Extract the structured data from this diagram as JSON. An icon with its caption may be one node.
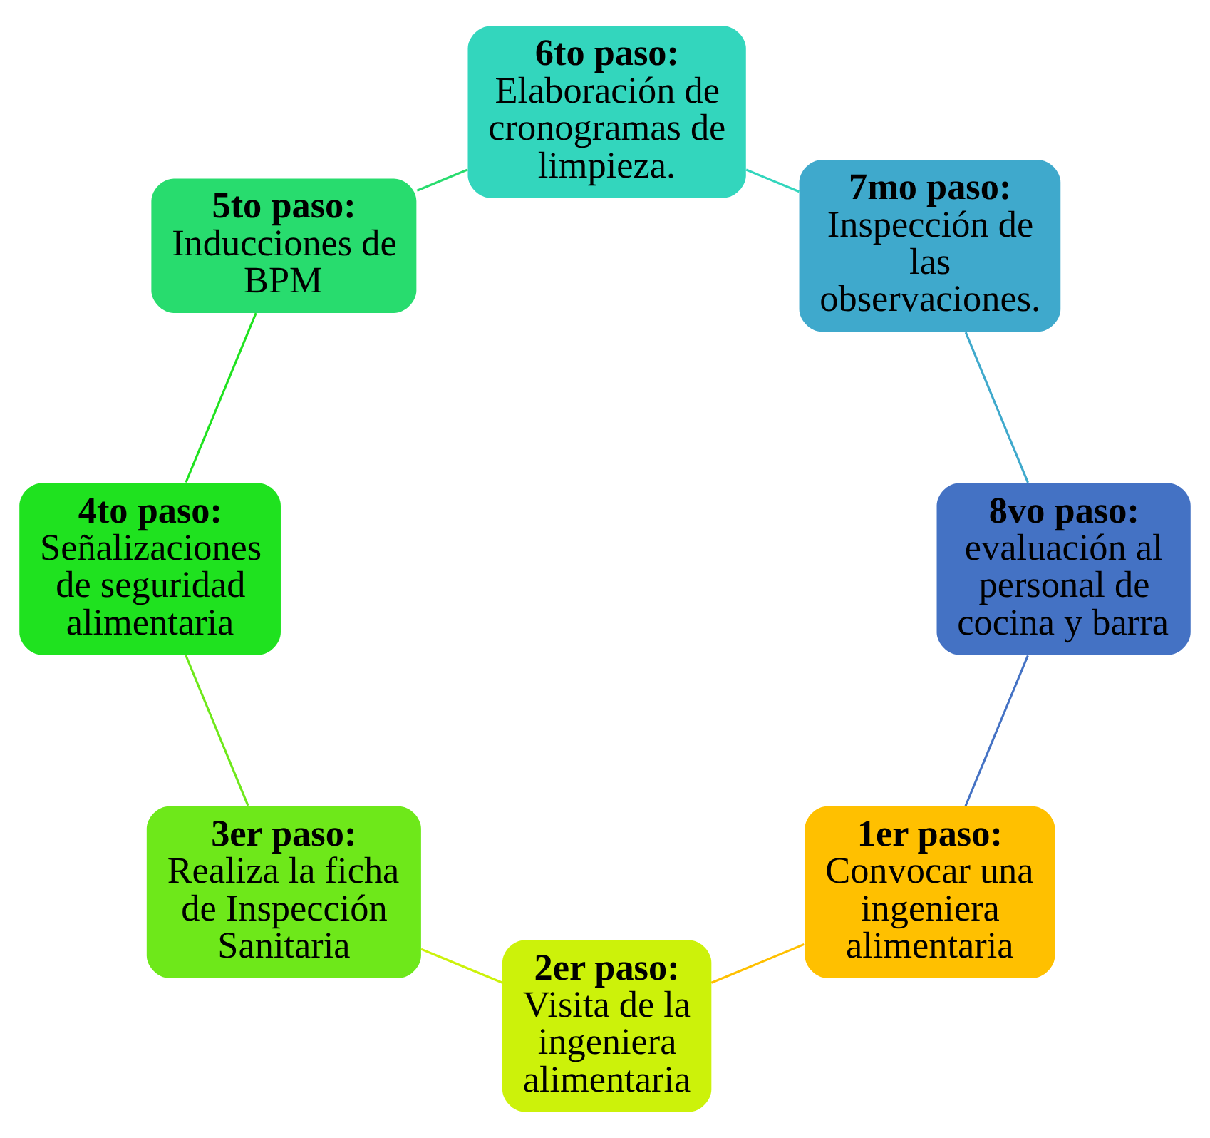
{
  "diagram": {
    "nodes": [
      {
        "text": [
          "1er paso:",
          "Convocar una ingeniera alimentaria"
        ]
      },
      {
        "text": [
          "2er paso:",
          "Visita de la ingeniera alimentaria"
        ]
      },
      {
        "text": [
          "3er paso:",
          "Realiza la ficha de Inspección Sanitaria"
        ]
      },
      {
        "text": [
          "4to paso:",
          "Señalizaciones de seguridad alimentaria"
        ]
      },
      {
        "text": [
          "5to paso:",
          "Inducciones de BPM"
        ]
      },
      {
        "text": [
          "6to paso:",
          "Elaboración de cronogramas de limpieza."
        ]
      },
      {
        "text": [
          "7mo paso:",
          "Inspección de las observaciones."
        ]
      },
      {
        "text": [
          "8vo paso:",
          "evaluación al personal de cocina y barra"
        ]
      }
    ],
    "edges": [
      {
        "from": 0,
        "to": 1,
        "arrow": "none",
        "color": "#ffc000"
      },
      {
        "from": 1,
        "to": 2,
        "arrow": "none",
        "color": "#ccf20a"
      },
      {
        "from": 2,
        "to": 3,
        "arrow": "none",
        "color": "#6ee81a"
      },
      {
        "from": 3,
        "to": 4,
        "arrow": "none",
        "color": "#1fe21f"
      },
      {
        "from": 4,
        "to": 5,
        "arrow": "none",
        "color": "#28dc6e"
      },
      {
        "from": 5,
        "to": 6,
        "arrow": "none",
        "color": "#33d6bd"
      },
      {
        "from": 6,
        "to": 7,
        "arrow": "none",
        "color": "#3fa9cc"
      },
      {
        "from": 7,
        "to": 0,
        "arrow": "none",
        "color": "#4472c4"
      }
    ]
  }
}
